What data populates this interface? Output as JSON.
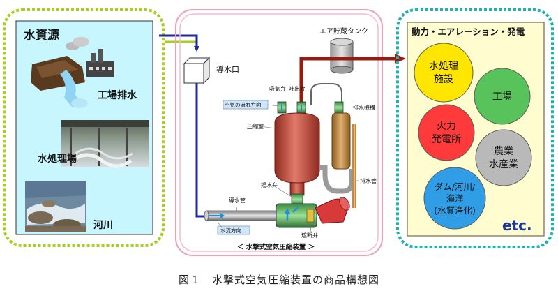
{
  "left_panel": {
    "title": "水資源",
    "items": [
      "工場排水",
      "水処理場",
      "河川"
    ]
  },
  "center_panel": {
    "labels": {
      "intake": "導水口",
      "air_tank": "エア貯蔵タンク",
      "intake_valve": "吸気弁",
      "exhaust_valve": "吐出弁",
      "airflow": "空気の流れ方向",
      "drain_device": "排水機構",
      "pressure_chamber": "圧縮室",
      "drain_pipe": "排水管",
      "water_valve": "揚水弁",
      "intake_pipe": "導水管",
      "flow": "水流方向",
      "shutoff_valve": "遮断弁"
    },
    "device_caption": "＜ 水撃式空気圧縮装置 ＞"
  },
  "right_panel": {
    "title": "動力・エアレーション・発電",
    "circles": [
      {
        "lines": [
          "水処理",
          "施設"
        ],
        "color": "#ffe600"
      },
      {
        "lines": [
          "工場"
        ],
        "color": "#58c35a"
      },
      {
        "lines": [
          "火力",
          "発電所"
        ],
        "color": "#ff3a3a"
      },
      {
        "lines": [
          "農業",
          "水産業"
        ],
        "color": "#b9b9b9"
      },
      {
        "lines": [
          "ダム/河川/",
          "海洋",
          "(水質浄化)"
        ],
        "color": "#2f9ee6"
      }
    ],
    "etc": "etc."
  },
  "figure_caption": "図１　水撃式空気圧縮装置の商品構想図",
  "colors": {
    "left_bg": "#c8f6ff",
    "right_bg": "#fffcd0",
    "green_border": "#a6cf1f",
    "teal_border": "#1fb3b0",
    "center_border": "#f0a0b0",
    "blue_arrow": "#1e2aa0",
    "red_arrow": "#9a1a10"
  }
}
